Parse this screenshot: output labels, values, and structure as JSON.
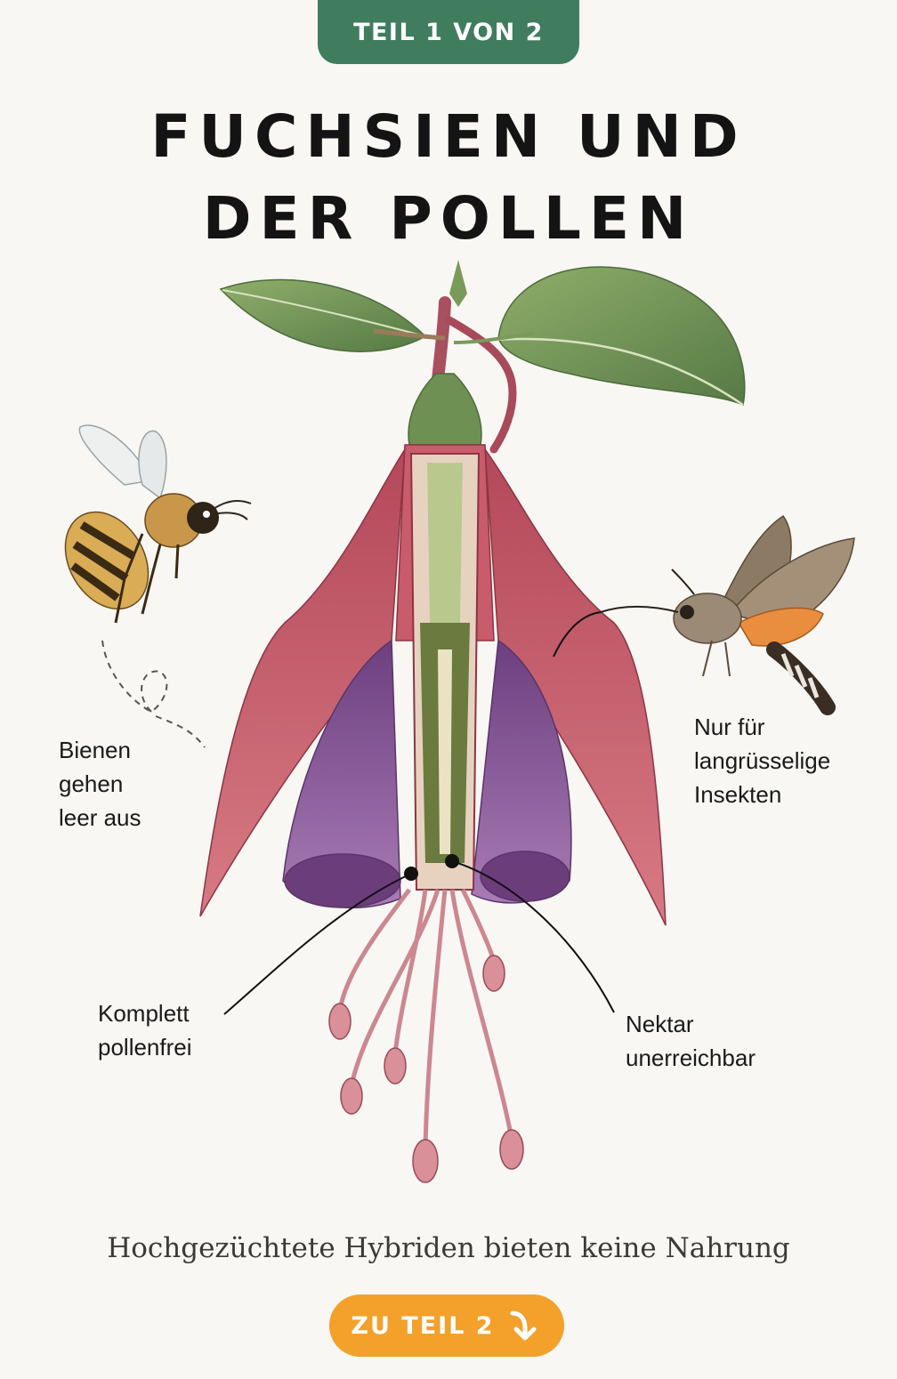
{
  "badge": {
    "label": "TEIL 1 VON 2"
  },
  "title": {
    "line1": "FUCHSIEN UND",
    "line2": "DER POLLEN"
  },
  "labels": {
    "bees": [
      "Bienen",
      "gehen",
      "leer aus"
    ],
    "moth": [
      "Nur für",
      "langrüsselige",
      "Insekten"
    ],
    "pollen": [
      "Komplett",
      "pollenfrei"
    ],
    "nectar": [
      "Nektar",
      "unerreichbar"
    ]
  },
  "caption": "Hochgezüchtete Hybriden bieten keine Nahrung",
  "cta": {
    "label": "ZU TEIL 2",
    "icon": "arrow-down-right-icon",
    "color": "#f3a12b"
  },
  "colors": {
    "badge": "#3f7d5e",
    "sepal": "#c95f6c",
    "petal": "#8e5a9e",
    "leaf": "#6e9455"
  }
}
